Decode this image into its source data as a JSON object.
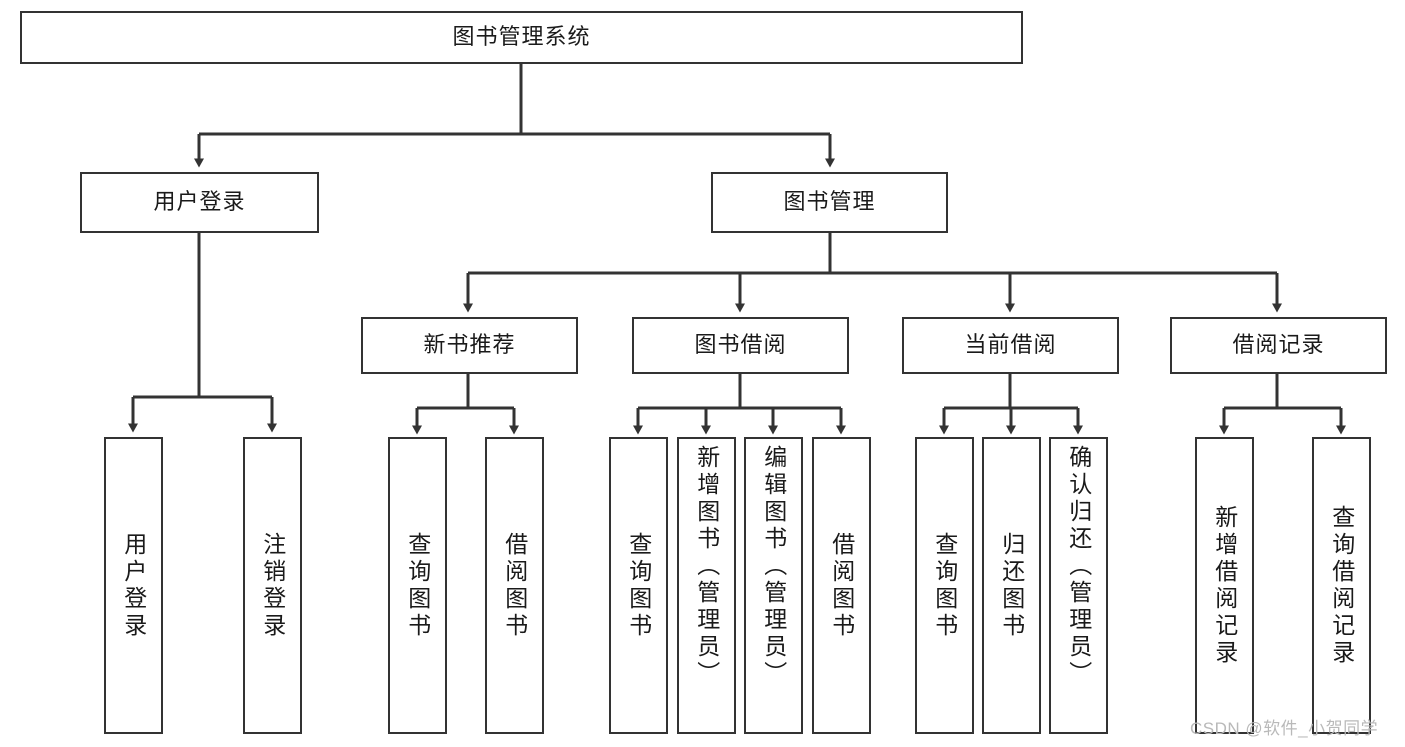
{
  "diagram": {
    "type": "tree-hierarchy-flowchart",
    "title": "图书管理系统",
    "line_color": "#333333",
    "box_fill": "#ffffff",
    "text_color": "#1a1a1a",
    "nodes": {
      "root": {
        "label": "图书管理系统",
        "level": 0,
        "orientation": "horizontal"
      },
      "l1_a": {
        "label": "用户登录",
        "level": 1,
        "orientation": "horizontal"
      },
      "l1_b": {
        "label": "图书管理",
        "level": 1,
        "orientation": "horizontal"
      },
      "l2_a": {
        "label": "新书推荐",
        "level": 2,
        "orientation": "horizontal"
      },
      "l2_b": {
        "label": "图书借阅",
        "level": 2,
        "orientation": "horizontal"
      },
      "l2_c": {
        "label": "当前借阅",
        "level": 2,
        "orientation": "horizontal"
      },
      "l2_d": {
        "label": "借阅记录",
        "level": 2,
        "orientation": "horizontal"
      },
      "leaf_1": {
        "label": "用户登录",
        "level": 3,
        "orientation": "vertical"
      },
      "leaf_2": {
        "label": "注销登录",
        "level": 3,
        "orientation": "vertical"
      },
      "leaf_3": {
        "label": "查询图书",
        "level": 3,
        "orientation": "vertical"
      },
      "leaf_4": {
        "label": "借阅图书",
        "level": 3,
        "orientation": "vertical"
      },
      "leaf_5": {
        "label": "查询图书",
        "level": 3,
        "orientation": "vertical"
      },
      "leaf_6": {
        "label": "新增图书（管理员）",
        "level": 3,
        "orientation": "vertical"
      },
      "leaf_7": {
        "label": "编辑图书（管理员）",
        "level": 3,
        "orientation": "vertical"
      },
      "leaf_8": {
        "label": "借阅图书",
        "level": 3,
        "orientation": "vertical"
      },
      "leaf_9": {
        "label": "查询图书",
        "level": 3,
        "orientation": "vertical"
      },
      "leaf_10": {
        "label": "归还图书",
        "level": 3,
        "orientation": "vertical"
      },
      "leaf_11": {
        "label": "确认归还（管理员）",
        "level": 3,
        "orientation": "vertical"
      },
      "leaf_12": {
        "label": "新增借阅记录",
        "level": 3,
        "orientation": "vertical"
      },
      "leaf_13": {
        "label": "查询借阅记录",
        "level": 3,
        "orientation": "vertical"
      }
    },
    "edges": [
      {
        "from": "root",
        "to": "l1_a"
      },
      {
        "from": "root",
        "to": "l1_b"
      },
      {
        "from": "l1_a",
        "to": "leaf_1"
      },
      {
        "from": "l1_a",
        "to": "leaf_2"
      },
      {
        "from": "l1_b",
        "to": "l2_a"
      },
      {
        "from": "l1_b",
        "to": "l2_b"
      },
      {
        "from": "l1_b",
        "to": "l2_c"
      },
      {
        "from": "l1_b",
        "to": "l2_d"
      },
      {
        "from": "l2_a",
        "to": "leaf_3"
      },
      {
        "from": "l2_a",
        "to": "leaf_4"
      },
      {
        "from": "l2_b",
        "to": "leaf_5"
      },
      {
        "from": "l2_b",
        "to": "leaf_6"
      },
      {
        "from": "l2_b",
        "to": "leaf_7"
      },
      {
        "from": "l2_b",
        "to": "leaf_8"
      },
      {
        "from": "l2_c",
        "to": "leaf_9"
      },
      {
        "from": "l2_c",
        "to": "leaf_10"
      },
      {
        "from": "l2_c",
        "to": "leaf_11"
      },
      {
        "from": "l2_d",
        "to": "leaf_12"
      },
      {
        "from": "l2_d",
        "to": "leaf_13"
      }
    ]
  },
  "watermark": {
    "text": "CSDN @软件_小贺同学"
  }
}
